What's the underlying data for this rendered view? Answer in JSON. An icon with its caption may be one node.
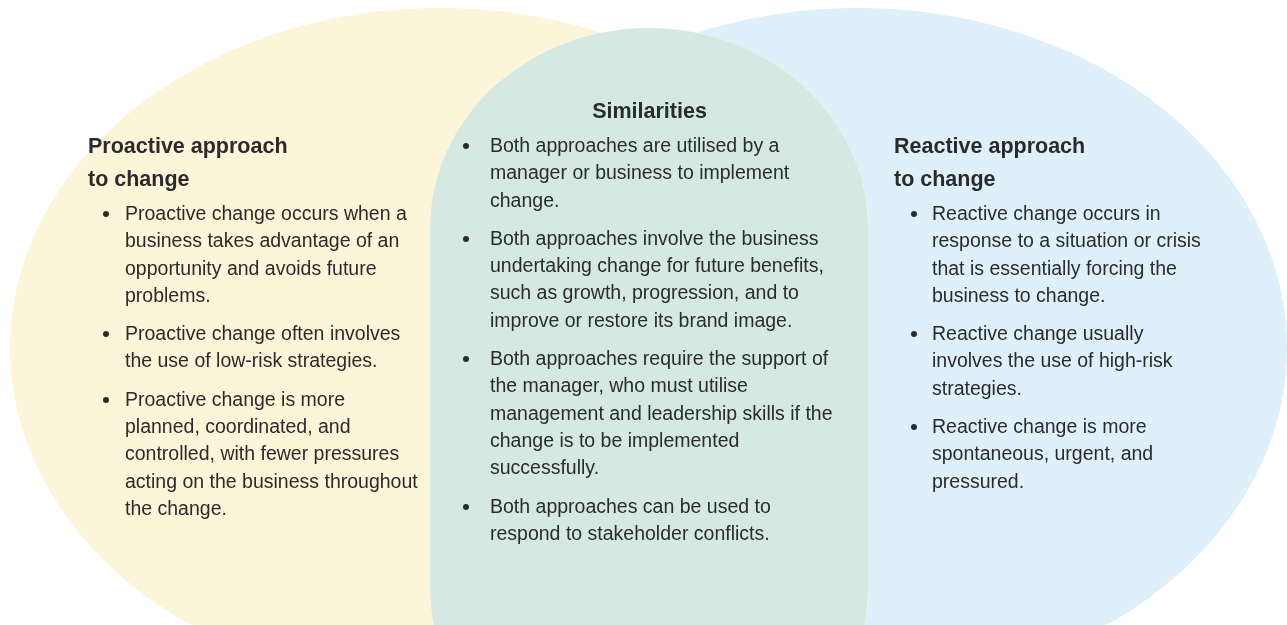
{
  "diagram": {
    "nodes": [
      {
        "text": [
          "Proactive approach to change",
          "Proactive change occurs when a business takes advantage of an opportunity and avoids future problems.",
          "Proactive change often involves the use of low-risk strategies.",
          "Proactive change is more planned, coordinated, and controlled, with fewer pressures acting on the business throughout the change."
        ]
      },
      {
        "text": [
          "Similarities",
          "Both approaches are utilised by a manager or business to implement change.",
          "Both approaches involve the business undertaking change for future benefits, such as growth, progression, and to improve or restore its brand image.",
          "Both approaches require the support of the manager, who must utilise management and leadership skills if the change is to be implemented successfully.",
          "Both approaches can be used to respond to stakeholder conflicts."
        ]
      },
      {
        "text": [
          "Reactive approach to change",
          "Reactive change occurs in response to a situation or crisis that is essentially forcing the business to change.",
          "Reactive change usually involves the use of high-risk strategies.",
          "Reactive change is more spontaneous, urgent, and pressured."
        ]
      }
    ]
  }
}
